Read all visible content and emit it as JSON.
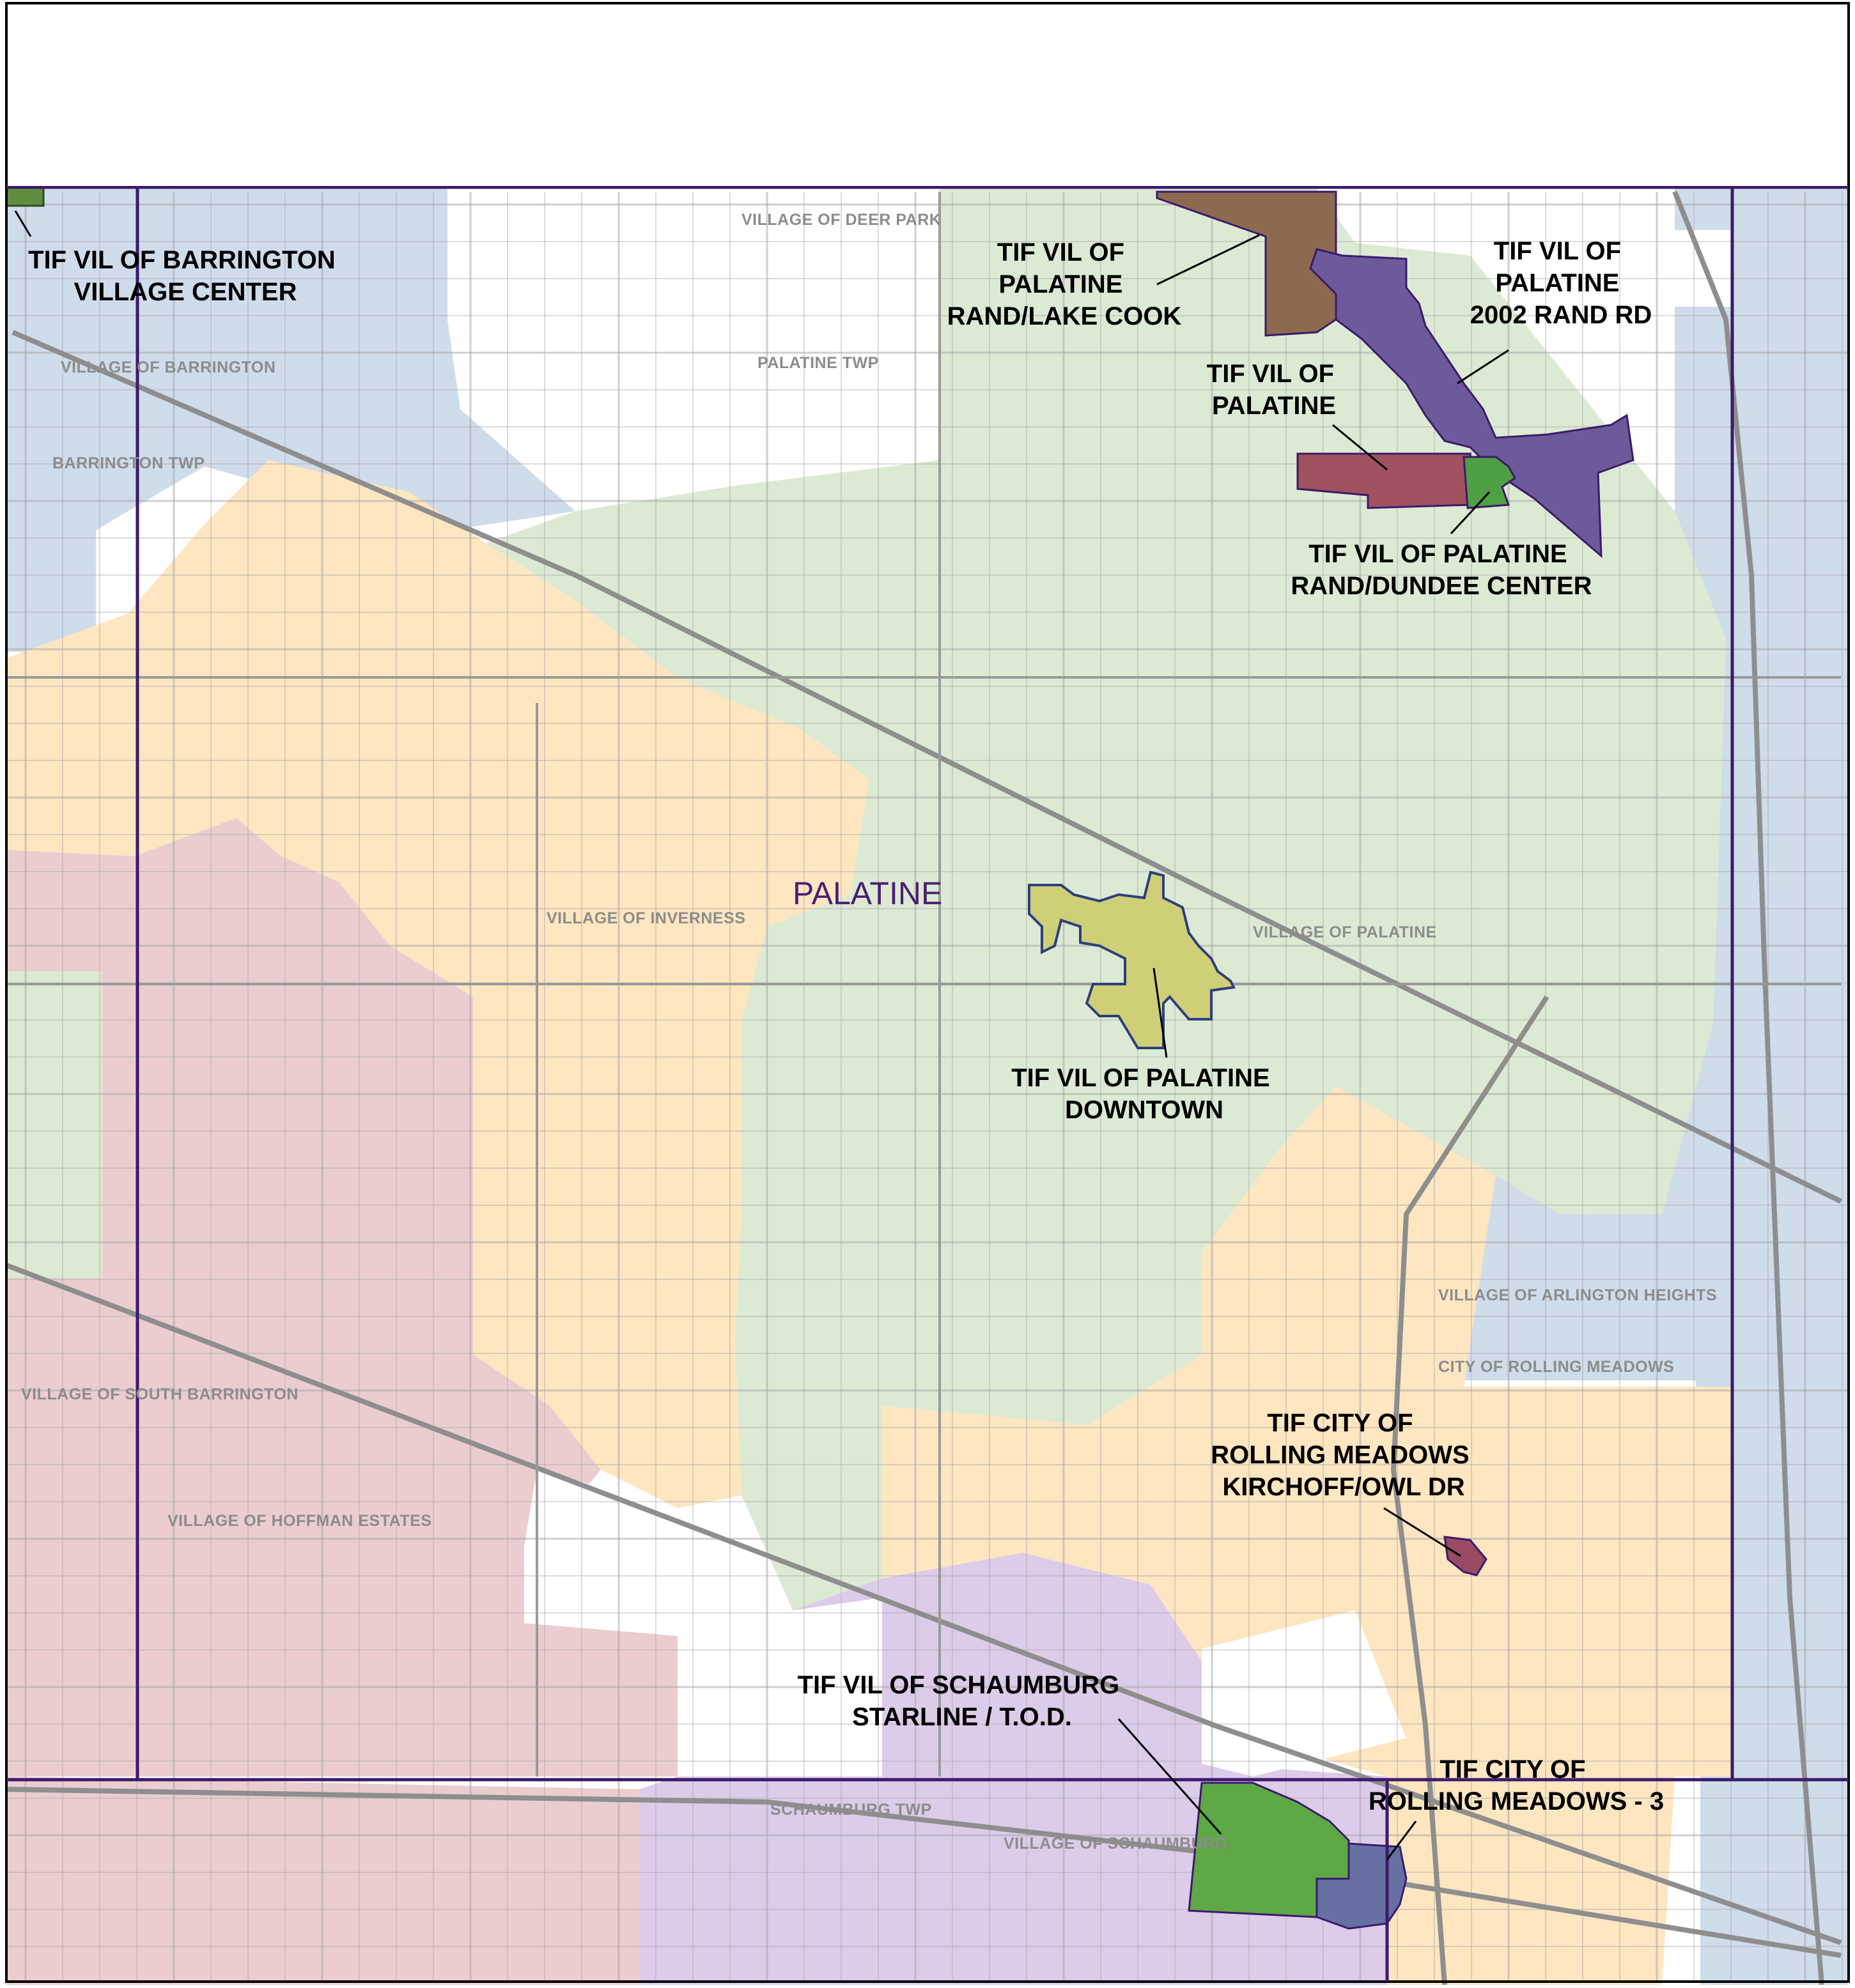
{
  "map": {
    "township_title": "PALATINE",
    "colors": {
      "palatine": "#dcead3",
      "inverness_rolling": "#fde6c0",
      "hoffman_barrington": "#ebcdcf",
      "schaumburg": "#ddcbea",
      "arlington_barrington": "#cfdcea",
      "frame": "#3c1a6b",
      "roads": "#9a9a9a"
    }
  },
  "municipality_labels": [
    "VILLAGE OF DEER PARK",
    "PALATINE TWP",
    "VILLAGE OF BARRINGTON",
    "BARRINGTON TWP",
    "VILLAGE OF INVERNESS",
    "VILLAGE OF PALATINE",
    "VILLAGE OF ARLINGTON HEIGHTS",
    "CITY OF ROLLING MEADOWS",
    "VILLAGE OF SOUTH BARRINGTON",
    "VILLAGE OF HOFFMAN ESTATES",
    "SCHAUMBURG TWP",
    "VILLAGE OF SCHAUMBURG"
  ],
  "tif_districts": [
    {
      "lines": [
        "TIF VIL OF BARRINGTON",
        "VILLAGE CENTER"
      ],
      "color": "#5f8f3e"
    },
    {
      "lines": [
        "TIF VIL OF",
        "PALATINE",
        "RAND/LAKE COOK"
      ],
      "color": "#8b6a4f"
    },
    {
      "lines": [
        "TIF VIL OF",
        "PALATINE",
        "2002 RAND RD"
      ],
      "color": "#6c5a9b"
    },
    {
      "lines": [
        "TIF VIL OF",
        "PALATINE"
      ],
      "color": "#a0525f"
    },
    {
      "lines": [
        "TIF VIL OF PALATINE",
        "RAND/DUNDEE CENTER"
      ],
      "color": "#4f9f44"
    },
    {
      "lines": [
        "TIF VIL OF PALATINE",
        "DOWNTOWN"
      ],
      "color": "#cfcf78"
    },
    {
      "lines": [
        "TIF CITY OF",
        "ROLLING MEADOWS",
        "KIRCHOFF/OWL DR"
      ],
      "color": "#9a4a63"
    },
    {
      "lines": [
        "TIF VIL OF SCHAUMBURG",
        "STARLINE / T.O.D."
      ],
      "color": "#5ea845"
    },
    {
      "lines": [
        "TIF CITY OF",
        "ROLLING MEADOWS - 3"
      ],
      "color": "#6670a3"
    }
  ]
}
